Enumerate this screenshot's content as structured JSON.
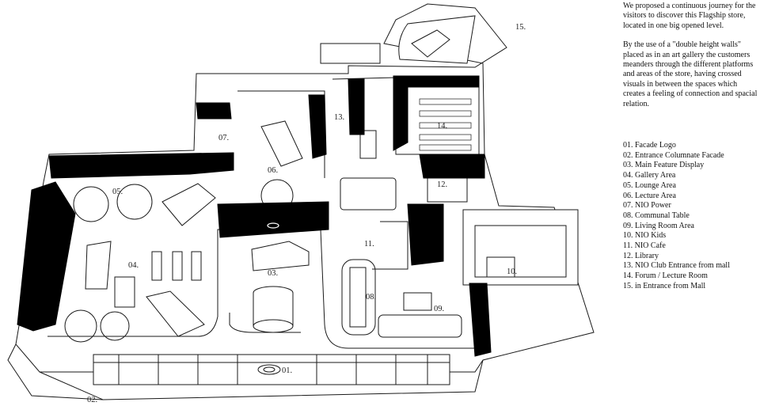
{
  "description": {
    "paragraphs": [
      "We proposed a continuous journey for the visitors to discover this Flagship store, located in one big opened level.",
      "By the use of a \"double height walls\" placed as in an art gallery the customers meanders through the different platforms and areas of the store, having crossed visuals in between the spaces which creates a feeling of connection and spacial relation."
    ]
  },
  "legend": [
    "01. Facade Logo",
    "02. Entrance Columnate Facade",
    "03. Main Feature Display",
    "04. Gallery Area",
    "05. Lounge Area",
    "06. Lecture Area",
    "07. NIO Power",
    "08. Communal Table",
    "09. Living Room Area",
    "10. NIO Kids",
    "11. NIO Cafe",
    "12. Library",
    "13. NIO Club Entrance from mall",
    "14. Forum / Lecture Room",
    "15. in Entrance from Mall"
  ],
  "plan_labels": {
    "l01": "01.",
    "l02": "02.",
    "l03": "03.",
    "l04": "04.",
    "l05": "05.",
    "l06": "06.",
    "l07": "07.",
    "l08": "08.",
    "l09": "09.",
    "l10": "10.",
    "l11": "11.",
    "l12": "12.",
    "l13": "13.",
    "l14": "14.",
    "l15": "15."
  },
  "colors": {
    "wall": "#000000",
    "floor": "#ffffff",
    "line": "#1a1a1a"
  }
}
